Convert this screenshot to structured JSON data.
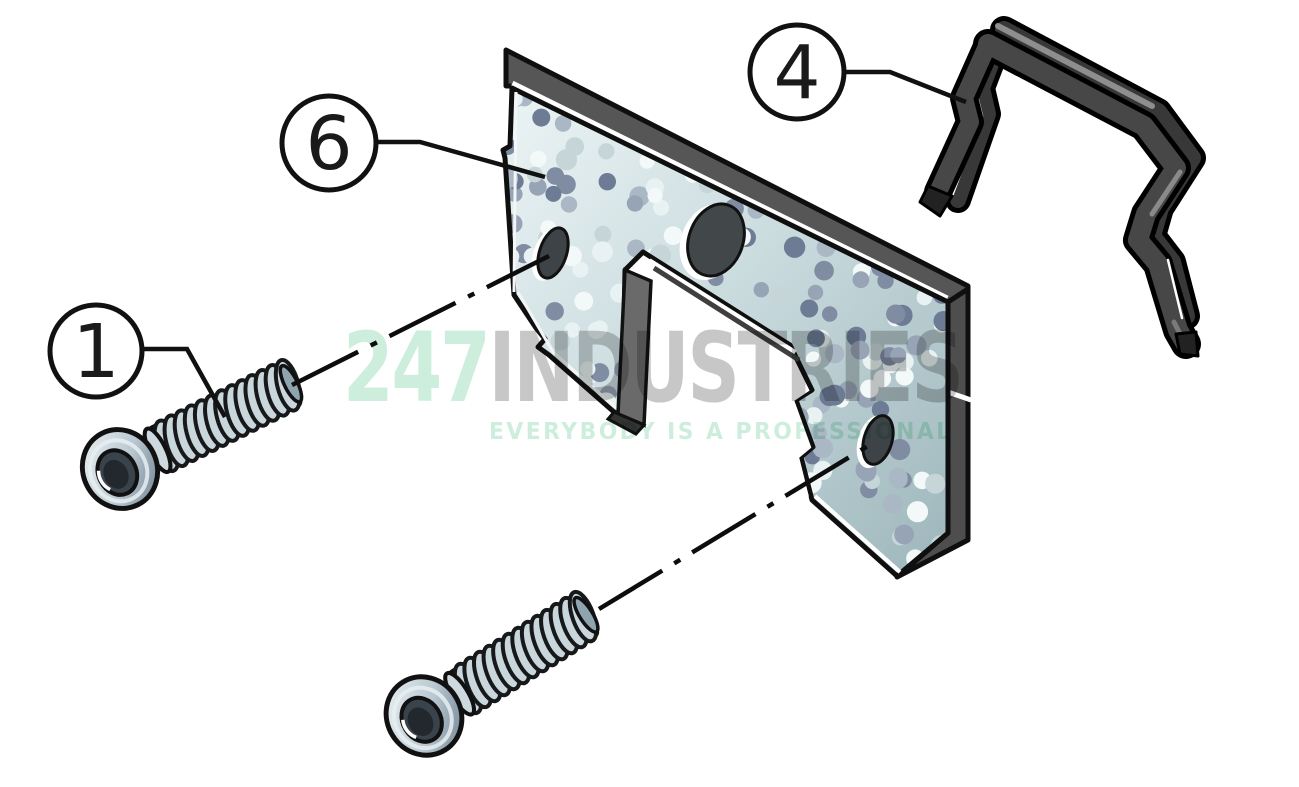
{
  "diagram": {
    "type": "exploded-parts-diagram",
    "callouts": [
      {
        "number": "1"
      },
      {
        "number": "6"
      },
      {
        "number": "4"
      }
    ]
  },
  "watermark": {
    "brand_green_text": "247",
    "brand_gray_text": "INDUSTRIES",
    "tagline": "EVERYBODY IS A PROFESSIONAL",
    "green_color": "#cdeedd",
    "gray_color": "#c7c7c7"
  },
  "colors": {
    "outline": "#0f0f0f",
    "plate_face_light": "#e9f2f3",
    "plate_face_mid": "#c6d8da",
    "plate_face_dark": "#9fb7bc",
    "plate_edge_band": "#565656",
    "plate_side_band": "#4e4e4e",
    "hole_fill": "#3d4347",
    "clip_body": "#454545",
    "clip_highlight": "#8e8e8e",
    "screw_thread": "#c9d7dd",
    "screw_shaft": "#a9bcc5",
    "screw_head_dark": "#6b7c89",
    "speckle_colors": [
      "#7f8ca2",
      "#97a4b6",
      "#e9f2f3",
      "#f3f8f8",
      "#c5d5d8",
      "#6d7c94",
      "#aab7c4"
    ]
  }
}
